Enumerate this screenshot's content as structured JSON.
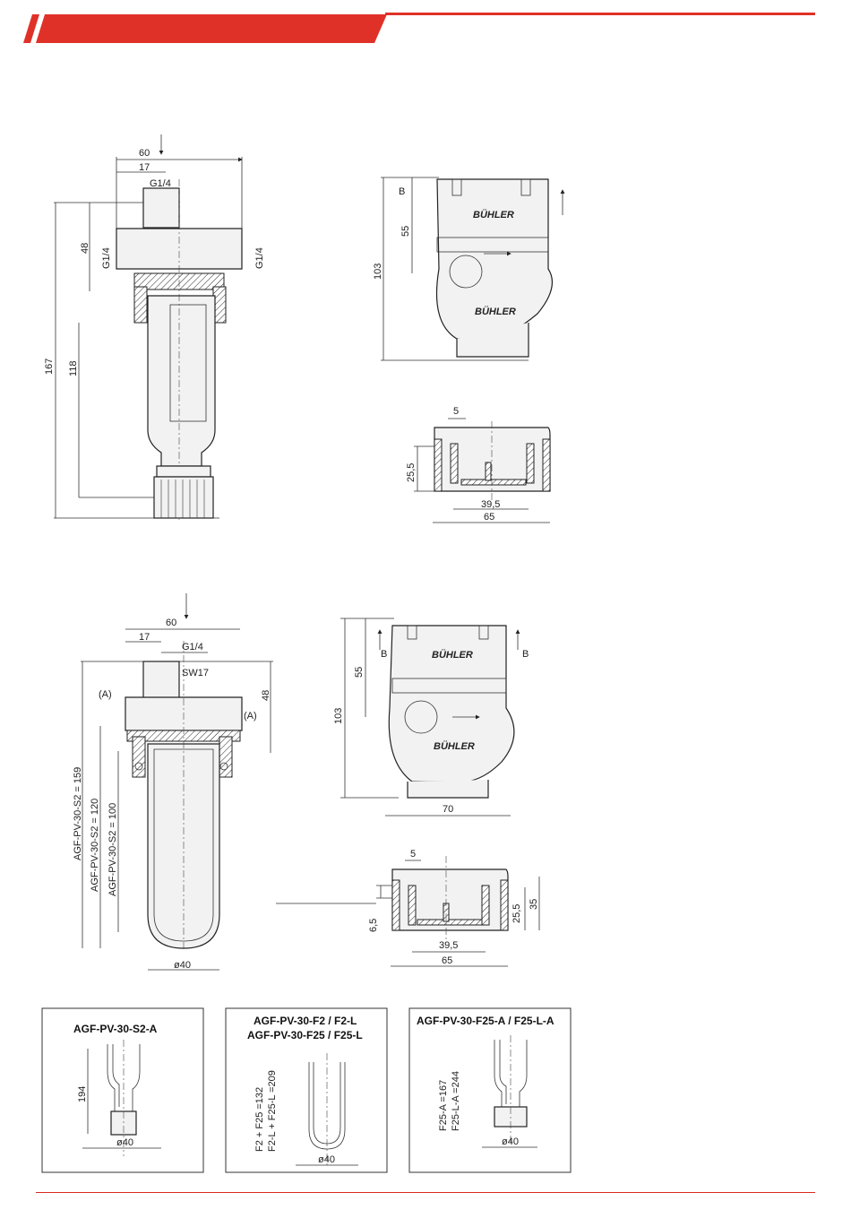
{
  "colors": {
    "brand_red": "#e03128",
    "rule_red": "#d62a20",
    "line": "#222222"
  },
  "drawing1": {
    "dims": {
      "width_60": "60",
      "d17": "17",
      "g14_top": "G1/4",
      "h48": "48",
      "g14_left": "G1/4",
      "g14_right": "G1/4",
      "h167": "167",
      "h118": "118"
    }
  },
  "drawing2": {
    "dims": {
      "h103": "103",
      "h55": "55",
      "b_label": "B"
    },
    "brand": "BÜHLER"
  },
  "drawing3": {
    "dims": {
      "d5": "5",
      "h25_5": "25,5",
      "w39_5": "39,5",
      "w65": "65"
    }
  },
  "drawing4": {
    "dims": {
      "width_60": "60",
      "d17": "17",
      "g14": "G1/4",
      "sw17": "SW17",
      "h48": "48",
      "a_left": "(A)",
      "a_right": "(A)",
      "h159": "AGF-PV-30-S2 = 159",
      "h120": "AGF-PV-30-S2 = 120",
      "h100": "AGF-PV-30-S2 = 100",
      "dia40": "ø40"
    }
  },
  "drawing5": {
    "dims": {
      "h103": "103",
      "h55": "55",
      "b_left": "B",
      "b_right": "B",
      "w70": "70"
    },
    "brand": "BÜHLER"
  },
  "drawing6": {
    "dims": {
      "d5": "5",
      "h6_5": "6,5",
      "w39_5": "39,5",
      "w65": "65",
      "h25_5": "25,5",
      "h35": "35"
    }
  },
  "variants": [
    {
      "title": "AGF-PV-30-S2-A",
      "dim": "194",
      "dia": "ø40"
    },
    {
      "title_line1": "AGF-PV-30-F2 / F2-L",
      "title_line2": "AGF-PV-30-F25 / F25-L",
      "dim_a": "F2 + F25    =132",
      "dim_b": "F2-L + F25-L =209",
      "dia": "ø40"
    },
    {
      "title": "AGF-PV-30-F25-A / F25-L-A",
      "dim_a": "F25-A    =167",
      "dim_b": "F25-L-A  =244",
      "dia": "ø40"
    }
  ]
}
